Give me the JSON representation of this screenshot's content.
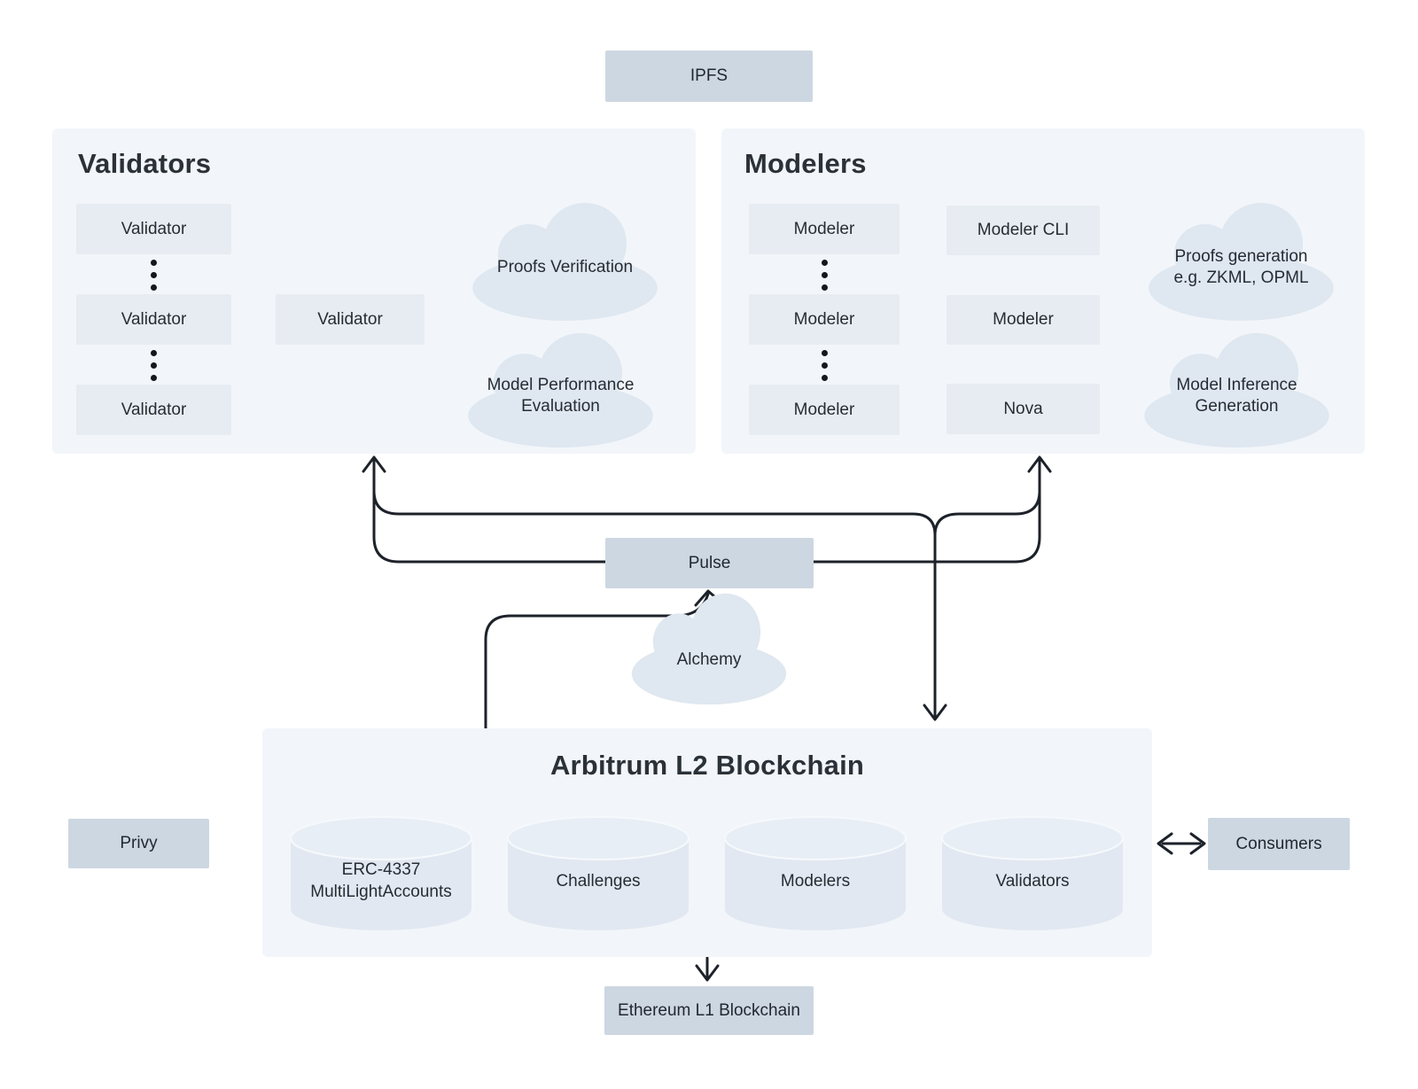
{
  "colors": {
    "page_bg": "#ffffff",
    "panel_bg": "#f2f6fa",
    "node_box_bg": "#e7ecf3",
    "solid_box_bg": "#cdd7e2",
    "cloud_bg": "#dfe7f0",
    "cylinder_body": "#e2e8f1",
    "cylinder_top": "#e8eef5",
    "line": "#1d222a",
    "text": "#272c33"
  },
  "ipfs": {
    "label": "IPFS"
  },
  "validators_panel": {
    "title": "Validators",
    "stack": [
      "Validator",
      "Validator",
      "Validator"
    ],
    "main_box": "Validator",
    "clouds": [
      {
        "lines": [
          "Proofs Verification"
        ]
      },
      {
        "lines": [
          "Model Performance",
          "Evaluation"
        ]
      }
    ]
  },
  "modelers_panel": {
    "title": "Modelers",
    "stack": [
      "Modeler",
      "Modeler",
      "Modeler"
    ],
    "cli_box": "Modeler CLI",
    "main_box": "Modeler",
    "nova_box": "Nova",
    "clouds": [
      {
        "lines": [
          "Proofs generation",
          "e.g. ZKML, OPML"
        ]
      },
      {
        "lines": [
          "Model Inference",
          "Generation"
        ]
      }
    ]
  },
  "pulse": {
    "label": "Pulse"
  },
  "alchemy": {
    "label": "Alchemy"
  },
  "arbitrum": {
    "title": "Arbitrum L2 Blockchain",
    "cylinders": [
      {
        "lines": [
          "ERC-4337",
          "MultiLightAccounts"
        ]
      },
      {
        "lines": [
          "Challenges"
        ]
      },
      {
        "lines": [
          "Modelers"
        ]
      },
      {
        "lines": [
          "Validators"
        ]
      }
    ]
  },
  "privy": {
    "label": "Privy"
  },
  "consumers": {
    "label": "Consumers"
  },
  "ethereum": {
    "label": "Ethereum L1 Blockchain"
  }
}
